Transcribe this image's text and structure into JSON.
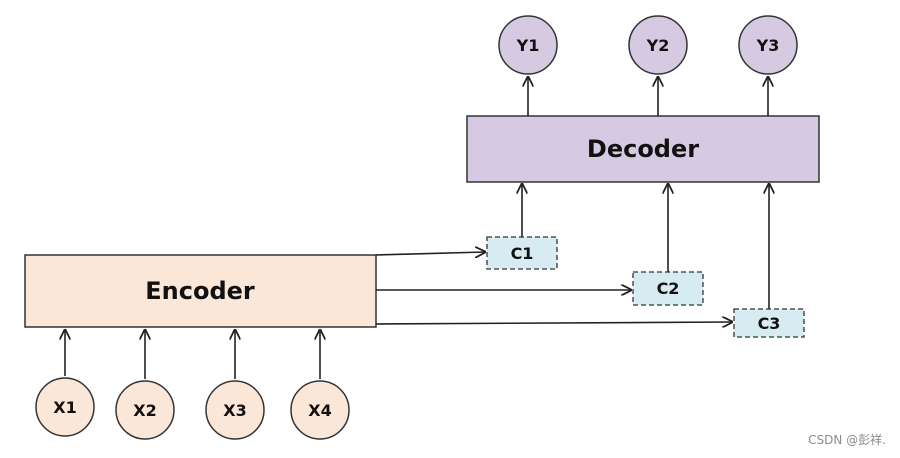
{
  "encoder": {
    "label": "Encoder",
    "fill": "#fbe7d8"
  },
  "decoder": {
    "label": "Decoder",
    "fill": "#d6cae2"
  },
  "inputs": [
    {
      "label": "X1"
    },
    {
      "label": "X2"
    },
    {
      "label": "X3"
    },
    {
      "label": "X4"
    }
  ],
  "outputs": [
    {
      "label": "Y1"
    },
    {
      "label": "Y2"
    },
    {
      "label": "Y3"
    }
  ],
  "contexts": [
    {
      "label": "C1"
    },
    {
      "label": "C2"
    },
    {
      "label": "C3"
    }
  ],
  "colors": {
    "input_fill": "#fbe7d8",
    "output_fill": "#d6cae2",
    "context_fill": "#d7ecf2",
    "stroke": "#333333"
  },
  "watermark": "CSDN @彭祥."
}
